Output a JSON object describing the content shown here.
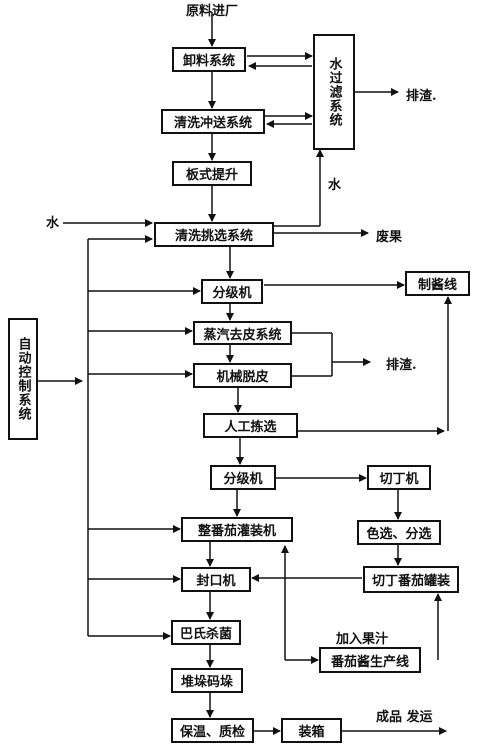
{
  "boxes": {
    "xieliao": "卸料系统",
    "qingxi_chongsong": "清洗冲送系统",
    "banshi": "板式提升",
    "qingxi_tiaoxuan": "清洗挑选系统",
    "fenji1": "分级机",
    "zhengqi": "蒸汽去皮系统",
    "jixie": "机械脱皮",
    "rengong": "人工拣选",
    "fenji2": "分级机",
    "qieding": "切丁机",
    "sexuan": "色选、分选",
    "zheng_guanzhuang": "整番茄灌装机",
    "fengkou": "封口机",
    "qieding_guanzhuang": "切丁番茄罐装",
    "bashi": "巴氏杀菌",
    "duiduo": "堆垛码垛",
    "baowen": "保温、质检",
    "zhuangxiang": "装箱",
    "fanqiejiang": "番茄酱生产线",
    "zhijiang": "制酱线",
    "shuiguolv": "水过滤系统",
    "zidong": "自动控制系统"
  },
  "labels": {
    "yuanliao": "原料进厂",
    "shui_left": "水",
    "shui_mid": "水",
    "paizha1": "排渣.",
    "paizha2": "排渣.",
    "feiguo": "废果",
    "jiaru": "加入果汁",
    "chengpin": "成品 发运"
  }
}
